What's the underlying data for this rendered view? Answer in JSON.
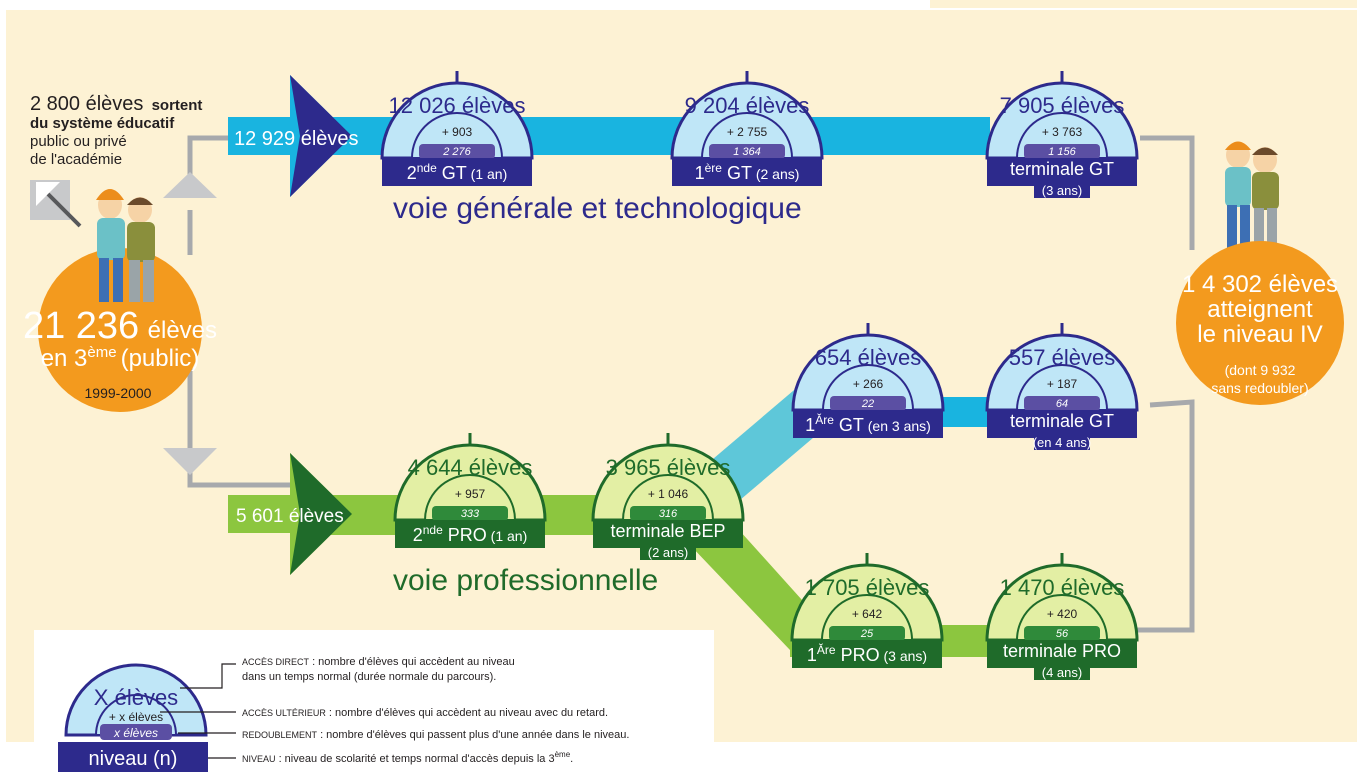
{
  "colors": {
    "background": "#fdf2d4",
    "gt_band": "#19b4e0",
    "gt_dome": "#bfe6f7",
    "gt_base": "#2d2a8c",
    "pro_band": "#8cc63f",
    "pro_dome": "#e3efa4",
    "pro_base": "#1f6b2a",
    "start_circle": "#f39a1e",
    "connector": "#a7a9ac"
  },
  "start": {
    "exits_count": "2 800 élèves",
    "exits_bold": "sortent",
    "exits_line2": "du système éducatif",
    "exits_line3": "public ou privé",
    "exits_line4": "de l'académie",
    "count": "21 236",
    "count_unit": "élèves",
    "grade_prefix": "en 3",
    "grade_sup": "ème",
    "grade_suffix": "(public)",
    "year": "1999-2000"
  },
  "arrows": {
    "gt_count": "12 929 élèves",
    "pro_count": "5 601 élèves"
  },
  "tracks": {
    "gt_label": "voie générale et technologique",
    "pro_label": "voie professionnelle"
  },
  "nodes": [
    {
      "id": "2gt",
      "track": "gt",
      "count": "12 026 élèves",
      "later": "+ 903",
      "repeat": "2 276",
      "level_main": "2",
      "level_sup": "nde",
      "level_tail": " GT",
      "level_note": " (1 an)"
    },
    {
      "id": "1gt",
      "track": "gt",
      "count": "9 204 élèves",
      "later": "+ 2 755",
      "repeat": "1 364",
      "level_main": "1",
      "level_sup": "ère",
      "level_tail": " GT",
      "level_note": " (2 ans)"
    },
    {
      "id": "tgt",
      "track": "gt",
      "count": "7 905 élèves",
      "later": "+ 3 763",
      "repeat": "1 156",
      "level_main": "terminale GT",
      "level_sub": "(3 ans)"
    },
    {
      "id": "1gt3",
      "track": "gt",
      "count": "654 élèves",
      "later": "+ 266",
      "repeat": "22",
      "level_main": "1",
      "level_sup": "Ăre",
      "level_tail": " GT",
      "level_note": " (en 3 ans)"
    },
    {
      "id": "tgt4",
      "track": "gt",
      "count": "557 élèves",
      "later": "+ 187",
      "repeat": "64",
      "level_main": "terminale GT",
      "level_sub": "(en 4 ans)"
    },
    {
      "id": "2pro",
      "track": "pro",
      "count": "4 644 élèves",
      "later": "+ 957",
      "repeat": "333",
      "level_main": "2",
      "level_sup": "nde",
      "level_tail": " PRO",
      "level_note": " (1 an)"
    },
    {
      "id": "tbep",
      "track": "pro",
      "count": "3 965 élèves",
      "later": "+ 1 046",
      "repeat": "316",
      "level_main": "terminale BEP",
      "level_sub": "(2 ans)"
    },
    {
      "id": "1pro",
      "track": "pro",
      "count": "1 705 élèves",
      "later": "+ 642",
      "repeat": "25",
      "level_main": "1",
      "level_sup": "Ăre",
      "level_tail": " PRO",
      "level_note": " (3 ans)"
    },
    {
      "id": "tpro",
      "track": "pro",
      "count": "1 470 élèves",
      "later": "+ 420",
      "repeat": "56",
      "level_main": "terminale PRO",
      "level_sub": "(4 ans)"
    }
  ],
  "end": {
    "line1": "1 4 302 élèves",
    "line2": "atteignent",
    "line3": "le niveau IV",
    "line4": "(dont 9 932",
    "line5": "sans redoubler)"
  },
  "legend": {
    "count": "X élèves",
    "later": "+ x élèves",
    "repeat": "x élèves",
    "level": "niveau (n)",
    "direct_key": "ACCÈS DIRECT",
    "direct_text": " : nombre d'élèves qui accèdent au niveau",
    "direct_text2": "dans un temps normal (durée normale du parcours).",
    "later_key": "ACCÈS ULTÉRIEUR",
    "later_text": " : nombre d'élèves qui accèdent au niveau avec du retard.",
    "repeat_key": "REDOUBLEMENT",
    "repeat_text": " : nombre d'élèves qui passent plus d'une année dans le niveau.",
    "level_key": "NIVEAU",
    "level_text": " : niveau de scolarité et temps normal d'accès depuis la 3",
    "level_sup": "ème",
    "level_end": "."
  }
}
